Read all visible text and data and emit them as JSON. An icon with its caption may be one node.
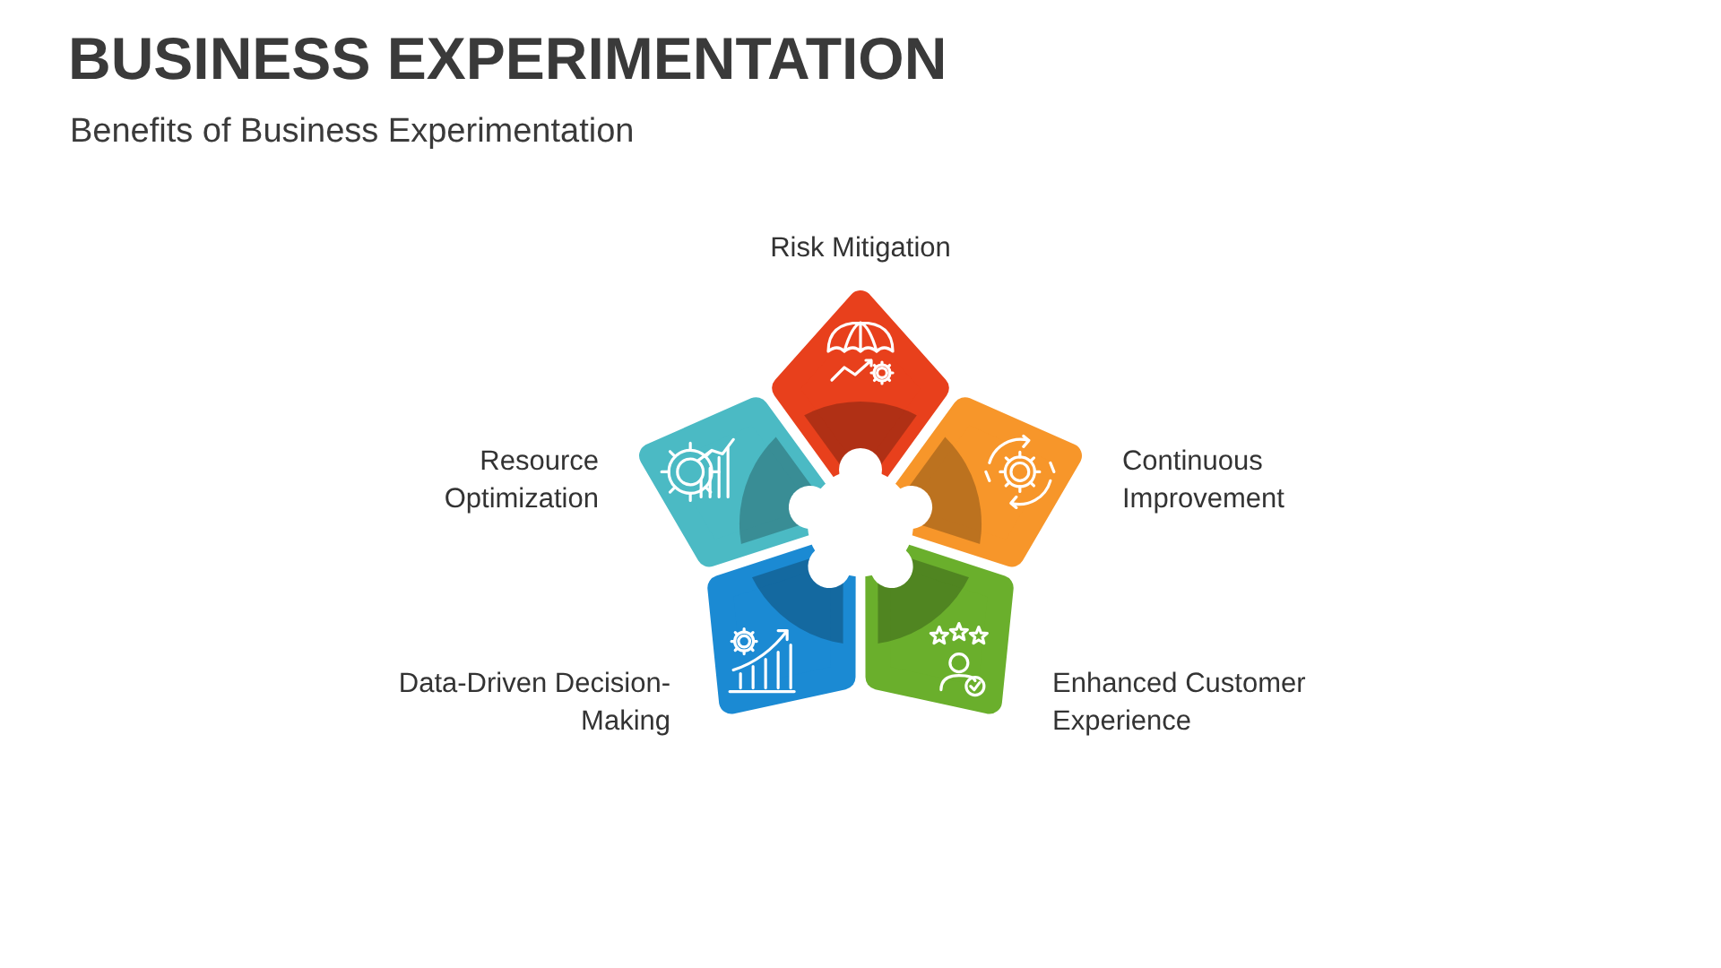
{
  "diagram": {
    "title": "BUSINESS EXPERIMENTATION",
    "caption": "Benefits of Business Experimentation",
    "nodes": [
      {
        "text": [
          "Risk Mitigation"
        ]
      },
      {
        "text": [
          "Resource Optimization"
        ]
      },
      {
        "text": [
          "Continuous Improvement"
        ]
      },
      {
        "text": [
          "Data-Driven Decision-Making"
        ]
      },
      {
        "text": [
          "Enhanced Customer Experience"
        ]
      }
    ]
  }
}
